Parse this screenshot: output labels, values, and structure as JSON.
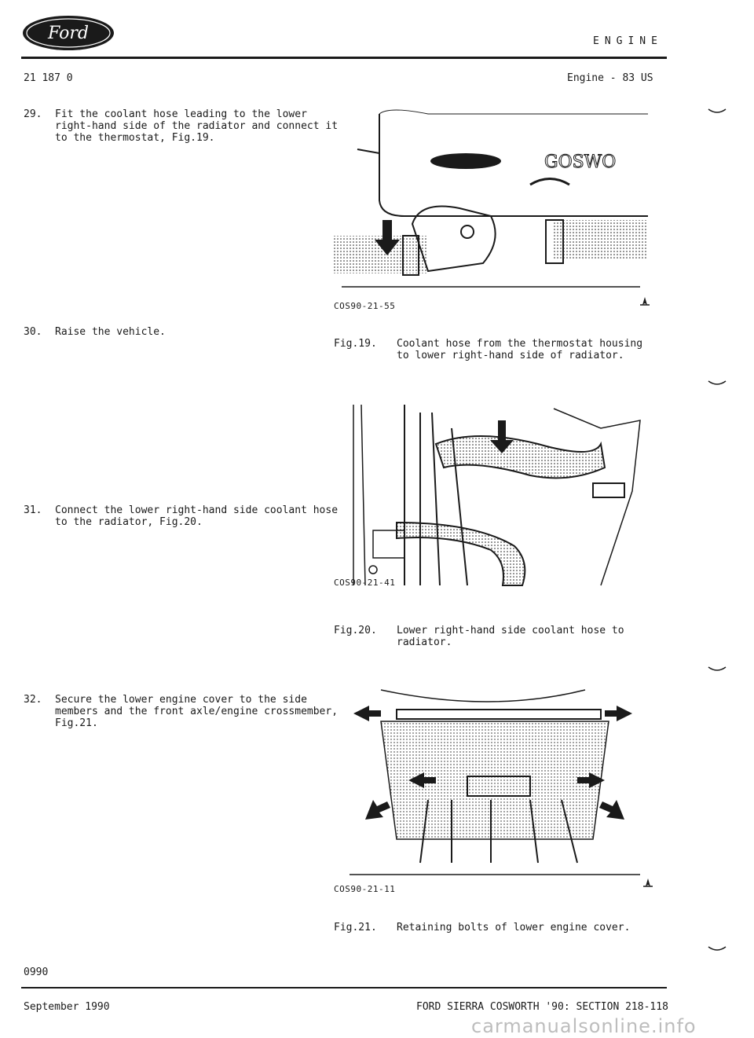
{
  "header": {
    "logo_text": "Ford",
    "section_title": "ENGINE",
    "doc_number": "21 187 0",
    "page_ref": "Engine - 83 US"
  },
  "steps": [
    {
      "number": "29.",
      "text": "Fit the coolant hose leading to the lower right-hand side of the radiator and connect it to the thermostat, Fig.19."
    },
    {
      "number": "30.",
      "text": "Raise the vehicle."
    },
    {
      "number": "31.",
      "text": "Connect the lower right-hand side coolant hose to the radiator, Fig.20."
    },
    {
      "number": "32.",
      "text": "Secure the lower engine cover to the side members and the front axle/engine crossmember, Fig.21."
    }
  ],
  "figures": [
    {
      "code": "COS90-21-55",
      "label": "Fig.19.",
      "caption": "Coolant hose from the thermostat housing to lower right-hand side of radiator.",
      "illustration": "thermostat-housing-coolant-hose"
    },
    {
      "code": "COS90-21-41",
      "label": "Fig.20.",
      "caption": "Lower right-hand side coolant hose to radiator.",
      "illustration": "lower-radiator-hose"
    },
    {
      "code": "COS90-21-11",
      "label": "Fig.21.",
      "caption": "Retaining bolts of lower engine cover.",
      "illustration": "lower-engine-cover-bolts"
    }
  ],
  "footer": {
    "page_code": "0990",
    "date": "September 1990",
    "manual_ref": "FORD SIERRA COSWORTH '90: SECTION 218-118",
    "watermark": "carmanualsonline.info"
  },
  "colors": {
    "ink": "#1a1a1a",
    "paper": "#ffffff",
    "watermark": "#bdbdbd"
  }
}
